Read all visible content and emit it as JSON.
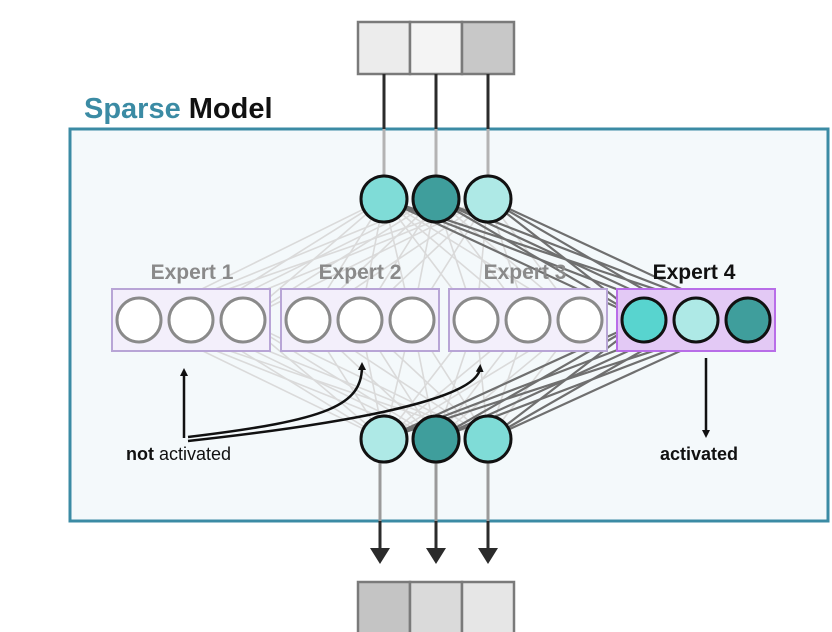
{
  "title": {
    "word1": "Sparse",
    "word2": "Model"
  },
  "colors": {
    "accent": "#3b8ba4",
    "frame_fill": "#f4f9fb",
    "inactive_label": "#8a8a8a",
    "inactive_box_fill": "#f3effb",
    "inactive_box_stroke": "#b8a5d6",
    "active_box_fill": "#e3c9f5",
    "active_box_stroke": "#b86ee8",
    "teal_bright": "#58d4cf",
    "teal_light": "#aee9e6",
    "teal_dark": "#3f9e9c",
    "node_off": "#ffffff"
  },
  "input_vector": {
    "cell_colors": [
      "#ececec",
      "#f4f4f4",
      "#c8c8c8"
    ]
  },
  "top_nodes": {
    "colors": [
      "#7fdcd7",
      "#3f9e9c",
      "#aee9e6"
    ]
  },
  "bottom_nodes": {
    "colors": [
      "#aee9e6",
      "#3f9e9c",
      "#7fdcd7"
    ]
  },
  "output_vector": {
    "cell_colors": [
      "#c4c4c4",
      "#dadada",
      "#e6e6e6"
    ]
  },
  "experts": [
    {
      "label": "Expert 1",
      "active": false
    },
    {
      "label": "Expert 2",
      "active": false
    },
    {
      "label": "Expert 3",
      "active": false
    },
    {
      "label": "Expert 4",
      "active": true,
      "node_colors": [
        "#58d4cf",
        "#aee9e6",
        "#3f9e9c"
      ]
    }
  ],
  "annotations": {
    "not_bold": "not",
    "not_rest": " activated",
    "activated": "activated"
  }
}
